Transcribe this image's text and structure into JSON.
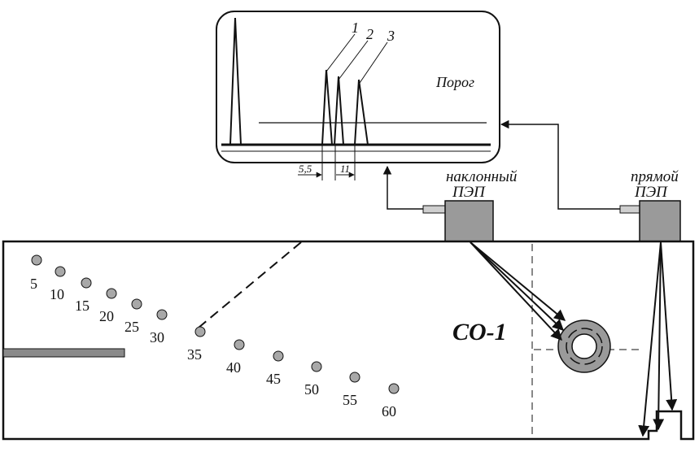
{
  "screen": {
    "peak_labels": [
      "1",
      "2",
      "3"
    ],
    "threshold_label": "Порог",
    "dim_left": "5,5",
    "dim_right": "11"
  },
  "probes": {
    "angled_line1": "наклонный",
    "angled_line2": "ПЭП",
    "straight_line1": "прямой",
    "straight_line2": "ПЭП"
  },
  "block": {
    "name": "СО-1",
    "hole_labels": [
      "5",
      "10",
      "15",
      "20",
      "25",
      "30",
      "35",
      "40",
      "45",
      "50",
      "55",
      "60"
    ]
  },
  "colors": {
    "ink": "#111111",
    "probe_fill": "#9a9a9a",
    "hole_fill": "#a8a8a8",
    "insert_fill": "#8a8a8a"
  }
}
